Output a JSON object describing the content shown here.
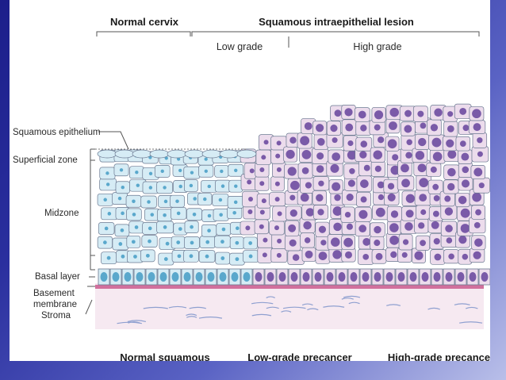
{
  "headers": {
    "normal_cervix": "Normal cervix",
    "sil": "Squamous intraepithelial lesion",
    "low_grade": "Low grade",
    "high_grade": "High grade"
  },
  "left_labels": {
    "squamous_epithelium": "Squamous epithelium",
    "superficial_zone": "Superficial zone",
    "midzone": "Midzone",
    "basal_layer": "Basal layer",
    "basement": "Basement",
    "membrane": "membrane",
    "stroma": "Stroma"
  },
  "footer": {
    "normal_squamous": "Normal squamous",
    "low_grade_precancer": "Low-grade precancer",
    "high_grade_precancer": "High-grade precancer"
  },
  "colors": {
    "normal_cell_fill": "#d6ecf5",
    "normal_nucleus": "#5aa8cc",
    "lesion_cell_fill": "#ecdcec",
    "lesion_nucleus": "#7a5aa8",
    "basement_membrane": "#d1709d",
    "stroma": "#f6e9f1"
  }
}
